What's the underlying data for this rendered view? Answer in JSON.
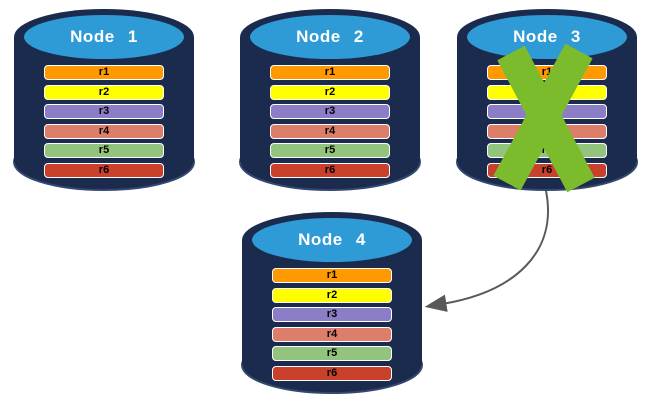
{
  "nodes": [
    {
      "label": "Node 1",
      "failed": false
    },
    {
      "label": "Node 2",
      "failed": false
    },
    {
      "label": "Node 3",
      "failed": true
    },
    {
      "label": "Node 4",
      "failed": false
    }
  ],
  "rows": [
    {
      "label": "r1",
      "color": "#FF9900"
    },
    {
      "label": "r2",
      "color": "#FFFF00"
    },
    {
      "label": "r3",
      "color": "#8B7DC6"
    },
    {
      "label": "r4",
      "color": "#DD7E6B"
    },
    {
      "label": "r5",
      "color": "#93C47D"
    },
    {
      "label": "r6",
      "color": "#C9402B"
    }
  ],
  "colors": {
    "cylinder_body": "#1B2B4E",
    "cylinder_bottom_rim": "#34476F",
    "cylinder_top": "#2E9BD6",
    "failure_x": "#7CBB2C",
    "arrow": "#595959",
    "row_border": "#FFFFFF",
    "node_label_text": "#FFFFFF",
    "row_label_text": "#000000"
  }
}
